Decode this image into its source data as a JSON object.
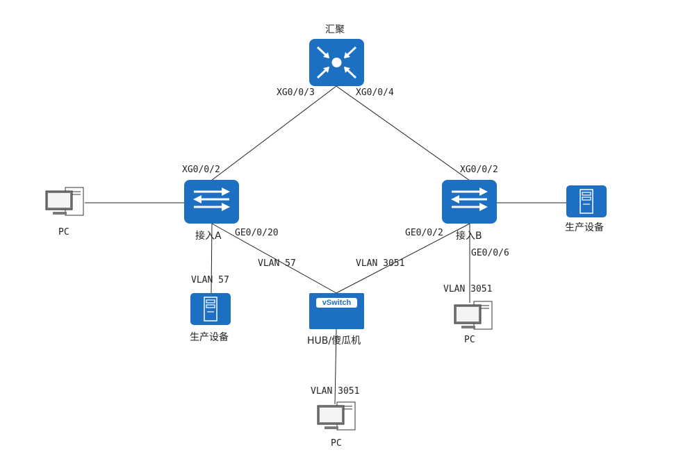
{
  "nodes": {
    "core": {
      "label": "汇聚"
    },
    "access_a": {
      "label": "接入A"
    },
    "access_b": {
      "label": "接入B"
    },
    "hub": {
      "label": "HUB/傻瓜机",
      "badge": "vSwitch"
    },
    "pc_left": {
      "label": "PC"
    },
    "pc_b": {
      "label": "PC"
    },
    "pc_hub": {
      "label": "PC"
    },
    "server_a": {
      "label": "生产设备"
    },
    "server_b": {
      "label": "生产设备"
    }
  },
  "ports": {
    "core_to_a": "XG0/0/3",
    "core_to_b": "XG0/0/4",
    "a_uplink": "XG0/0/2",
    "b_uplink": "XG0/0/2",
    "a_to_hub": "GE0/0/20",
    "b_to_hub": "GE0/0/2",
    "b_to_pc": "GE0/0/6"
  },
  "vlans": {
    "a_server": "VLAN 57",
    "a_hub": "VLAN 57",
    "b_hub": "VLAN 3051",
    "b_pc": "VLAN 3051",
    "hub_pc": "VLAN 3051"
  },
  "colors": {
    "device_blue": "#1d6fc2",
    "line": "#222222"
  },
  "icons": {
    "core": "aggregation-switch-icon",
    "access": "access-switch-icon",
    "hub": "vswitch-icon",
    "pc": "pc-icon",
    "server": "server-icon"
  }
}
